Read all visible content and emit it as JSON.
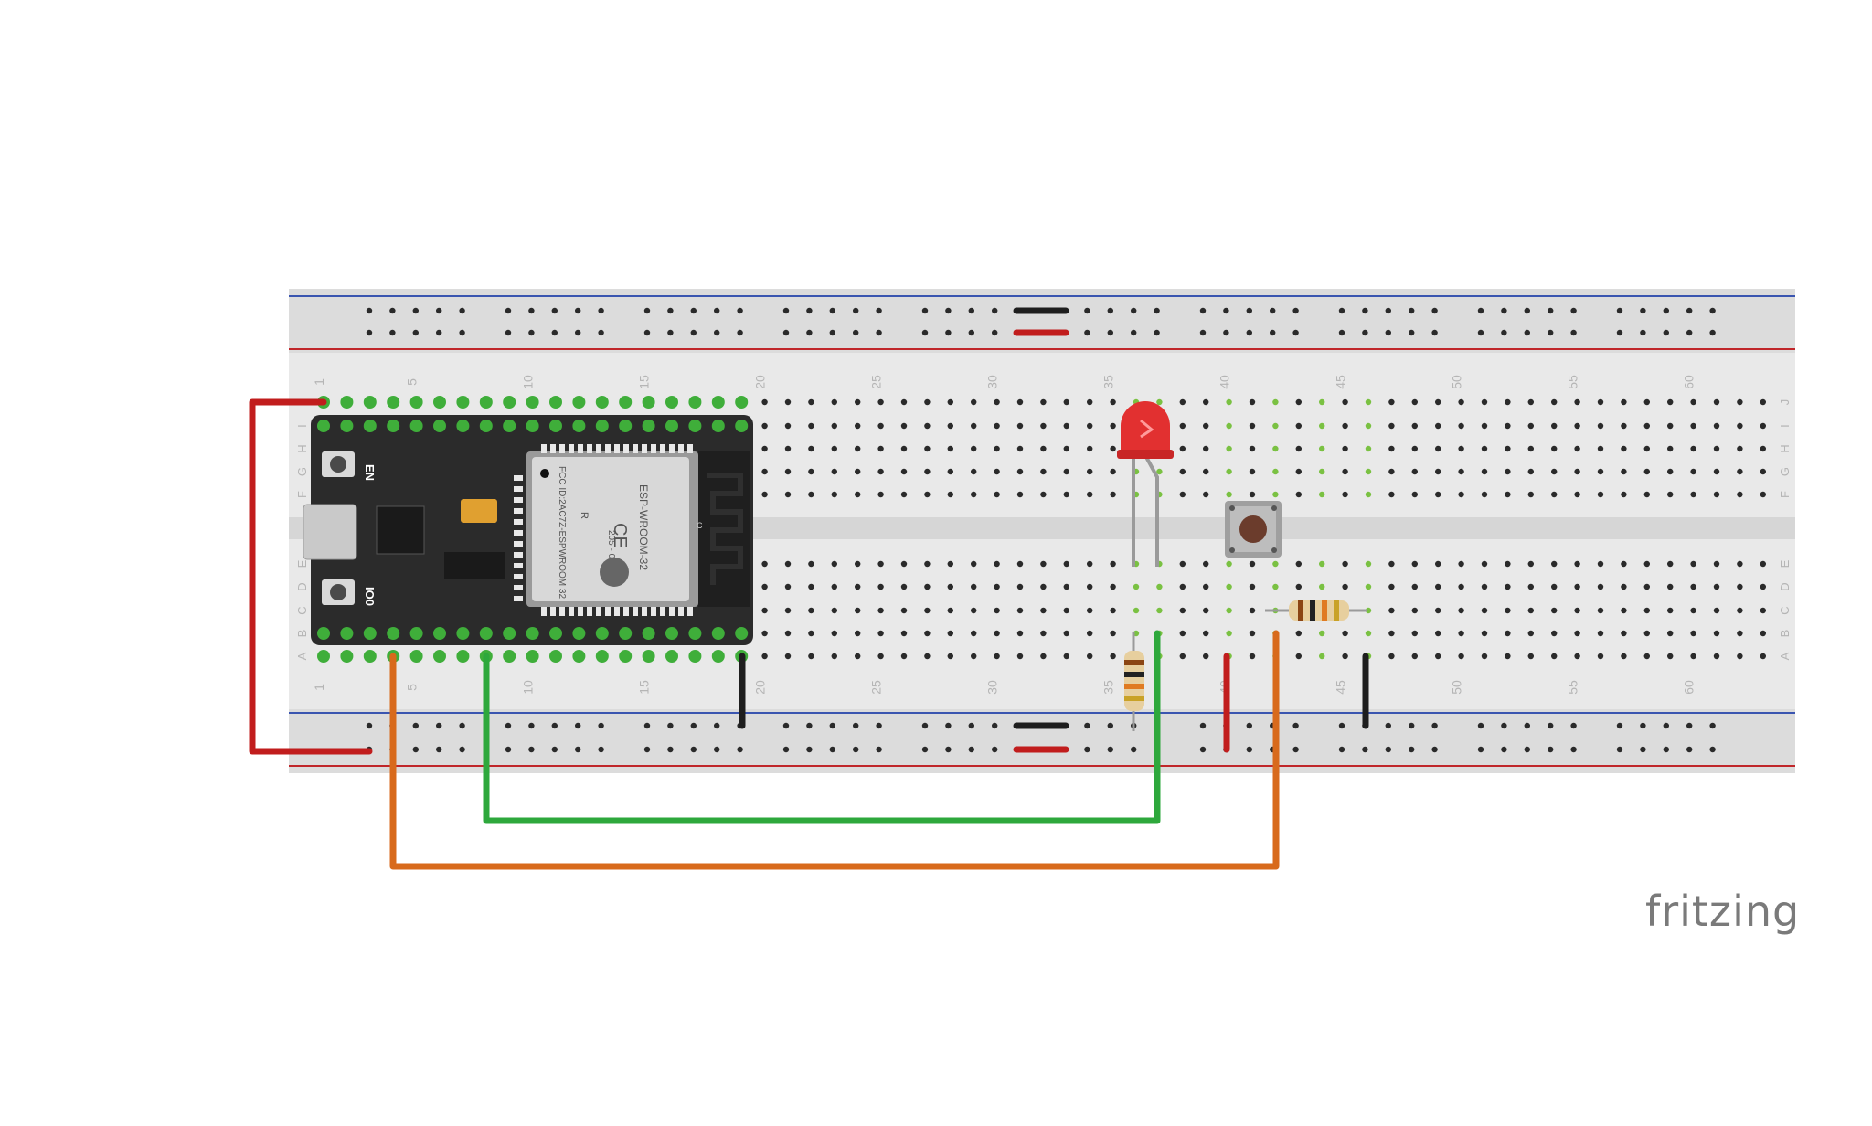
{
  "app": {
    "brand": "fritzing"
  },
  "breadboard": {
    "column_labels": [
      "1",
      "5",
      "10",
      "15",
      "20",
      "25",
      "30",
      "35",
      "40",
      "45",
      "50",
      "55",
      "60"
    ],
    "row_labels_top": [
      "J",
      "I",
      "H",
      "G",
      "F"
    ],
    "row_labels_bottom": [
      "E",
      "D",
      "C",
      "B",
      "A"
    ],
    "colors": {
      "board": "#e9e9e9",
      "rail": "#dcdcdc",
      "blue_line": "#3a55b0",
      "red_line": "#c0262a",
      "hole": "#2a2a2a",
      "hole_active": "#7ac142"
    }
  },
  "esp32": {
    "buttons": [
      "EN",
      "IO0"
    ],
    "module_text": [
      "ESP-WROOM-32",
      "205 - 000519",
      "FCC ID:2AC7Z-ESPWROOM 32"
    ],
    "marks": [
      "CE",
      "R",
      "C"
    ],
    "colors": {
      "pcb": "#2b2b2b",
      "module": "#d8d8d8",
      "pin": "#3fae3a"
    }
  },
  "components": {
    "led": {
      "color": "#e23030"
    },
    "resistor_colors": [
      "#8b4513",
      "#222222",
      "#e07b22",
      "#c9a227"
    ],
    "pushbutton": {
      "color": "#6b3c2c"
    }
  },
  "wires": {
    "red": "#c11d1d",
    "green": "#2ea83c",
    "orange": "#d86a1c",
    "black": "#1e1e1e"
  }
}
